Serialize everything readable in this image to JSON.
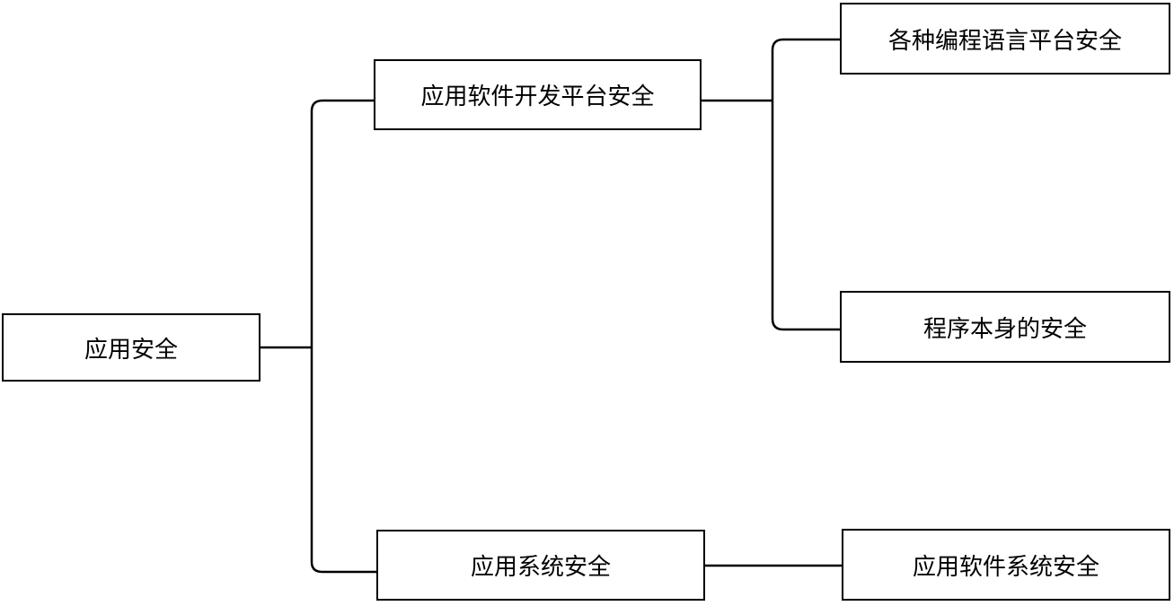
{
  "diagram": {
    "root": {
      "label": "应用安全"
    },
    "branches": [
      {
        "label": "应用软件开发平台安全",
        "children": [
          {
            "label": "各种编程语言平台安全"
          },
          {
            "label": "程序本身的安全"
          }
        ]
      },
      {
        "label": "应用系统安全",
        "children": [
          {
            "label": "应用软件系统安全"
          }
        ]
      }
    ],
    "colors": {
      "line": "#000000",
      "box_border": "#000000",
      "box_fill": "#ffffff",
      "text": "#000000"
    }
  }
}
